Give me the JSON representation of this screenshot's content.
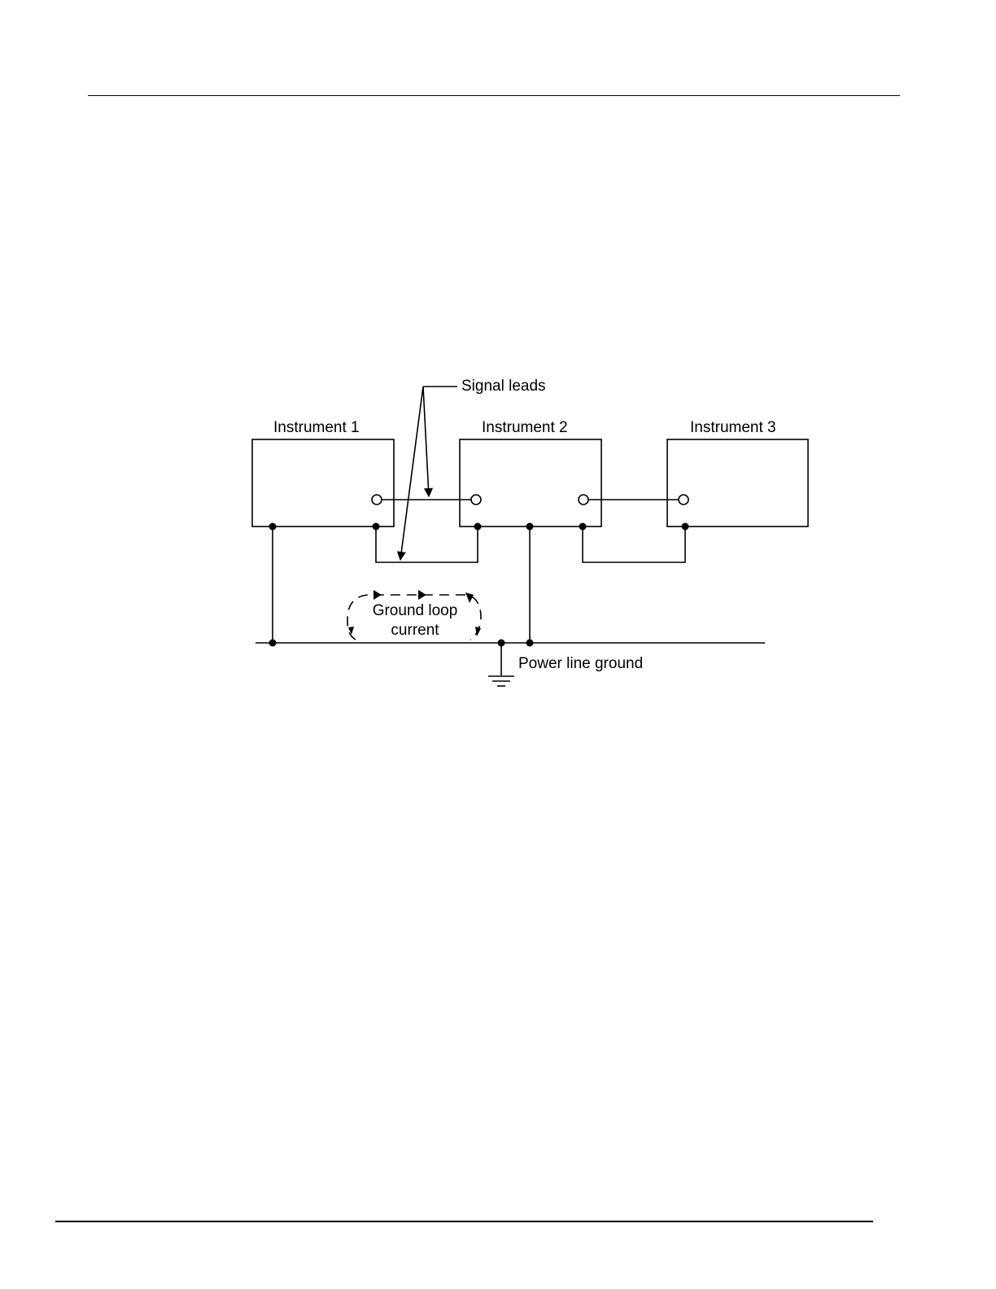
{
  "diagram": {
    "labels": {
      "signal_leads": "Signal leads",
      "instrument_1": "Instrument 1",
      "instrument_2": "Instrument 2",
      "instrument_3": "Instrument 3",
      "ground_loop_line1": "Ground loop",
      "ground_loop_line2": "current",
      "power_line_ground": "Power line ground"
    }
  }
}
